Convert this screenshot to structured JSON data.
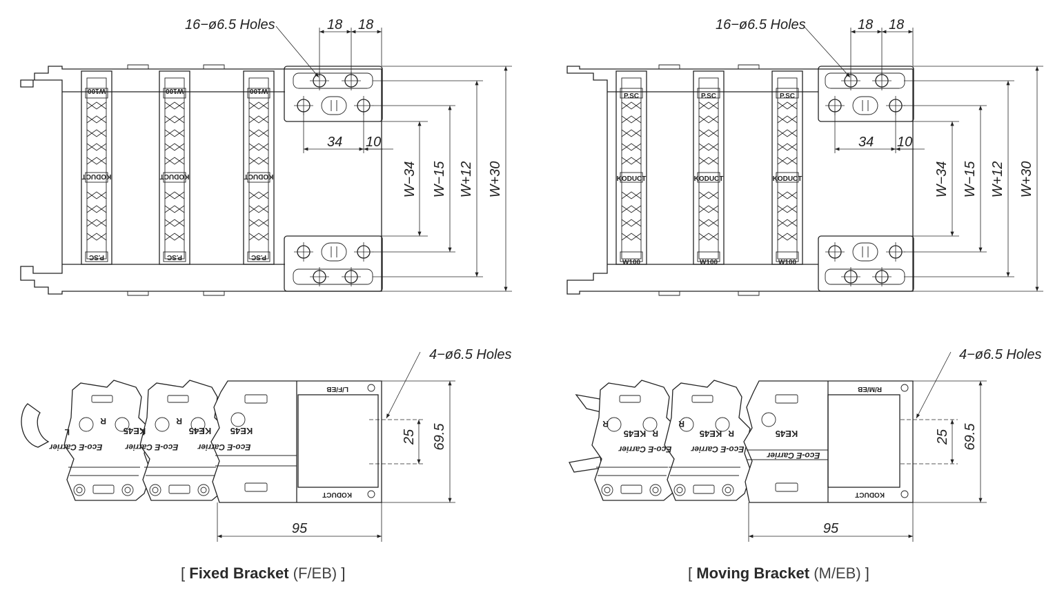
{
  "fixed": {
    "top_holes_label": "16−ø6.5 Holes",
    "bottom_holes_label": "4−ø6.5 Holes",
    "dims": {
      "d18a": "18",
      "d18b": "18",
      "d34": "34",
      "d10": "10",
      "wm34": "W−34",
      "wm15": "W−15",
      "wp12": "W+12",
      "wp30": "W+30",
      "d25": "25",
      "d695": "69.5",
      "d95": "95"
    },
    "link_top_label": "W100",
    "link_bottom_label": "P.SC",
    "link_mid_label": "KODUCT",
    "bracket_label": "L/F/EB",
    "brand_label": "KODUCT",
    "model_label": "KE45",
    "product_label": "Eco-E Carrier",
    "side_mark": "L",
    "r_mark": "R",
    "caption_main": "Fixed Bracket",
    "caption_sub": "(F/EB)",
    "open_bracket": "[",
    "close_bracket": "]"
  },
  "moving": {
    "top_holes_label": "16−ø6.5 Holes",
    "bottom_holes_label": "4−ø6.5 Holes",
    "dims": {
      "d18a": "18",
      "d18b": "18",
      "d34": "34",
      "d10": "10",
      "wm34": "W−34",
      "wm15": "W−15",
      "wp12": "W+12",
      "wp30": "W+30",
      "d25": "25",
      "d695": "69.5",
      "d95": "95"
    },
    "link_top_label": "P.SC",
    "link_bottom_label": "W100",
    "link_mid_label": "KODUCT",
    "bracket_label": "R/M/EB",
    "brand_label": "KODUCT",
    "model_label": "KE45",
    "product_label": "Eco-E Carrier",
    "side_mark": "R",
    "r_mark": "R",
    "caption_main": "Moving Bracket",
    "caption_sub": "(M/EB)",
    "open_bracket": "[",
    "close_bracket": "]"
  }
}
